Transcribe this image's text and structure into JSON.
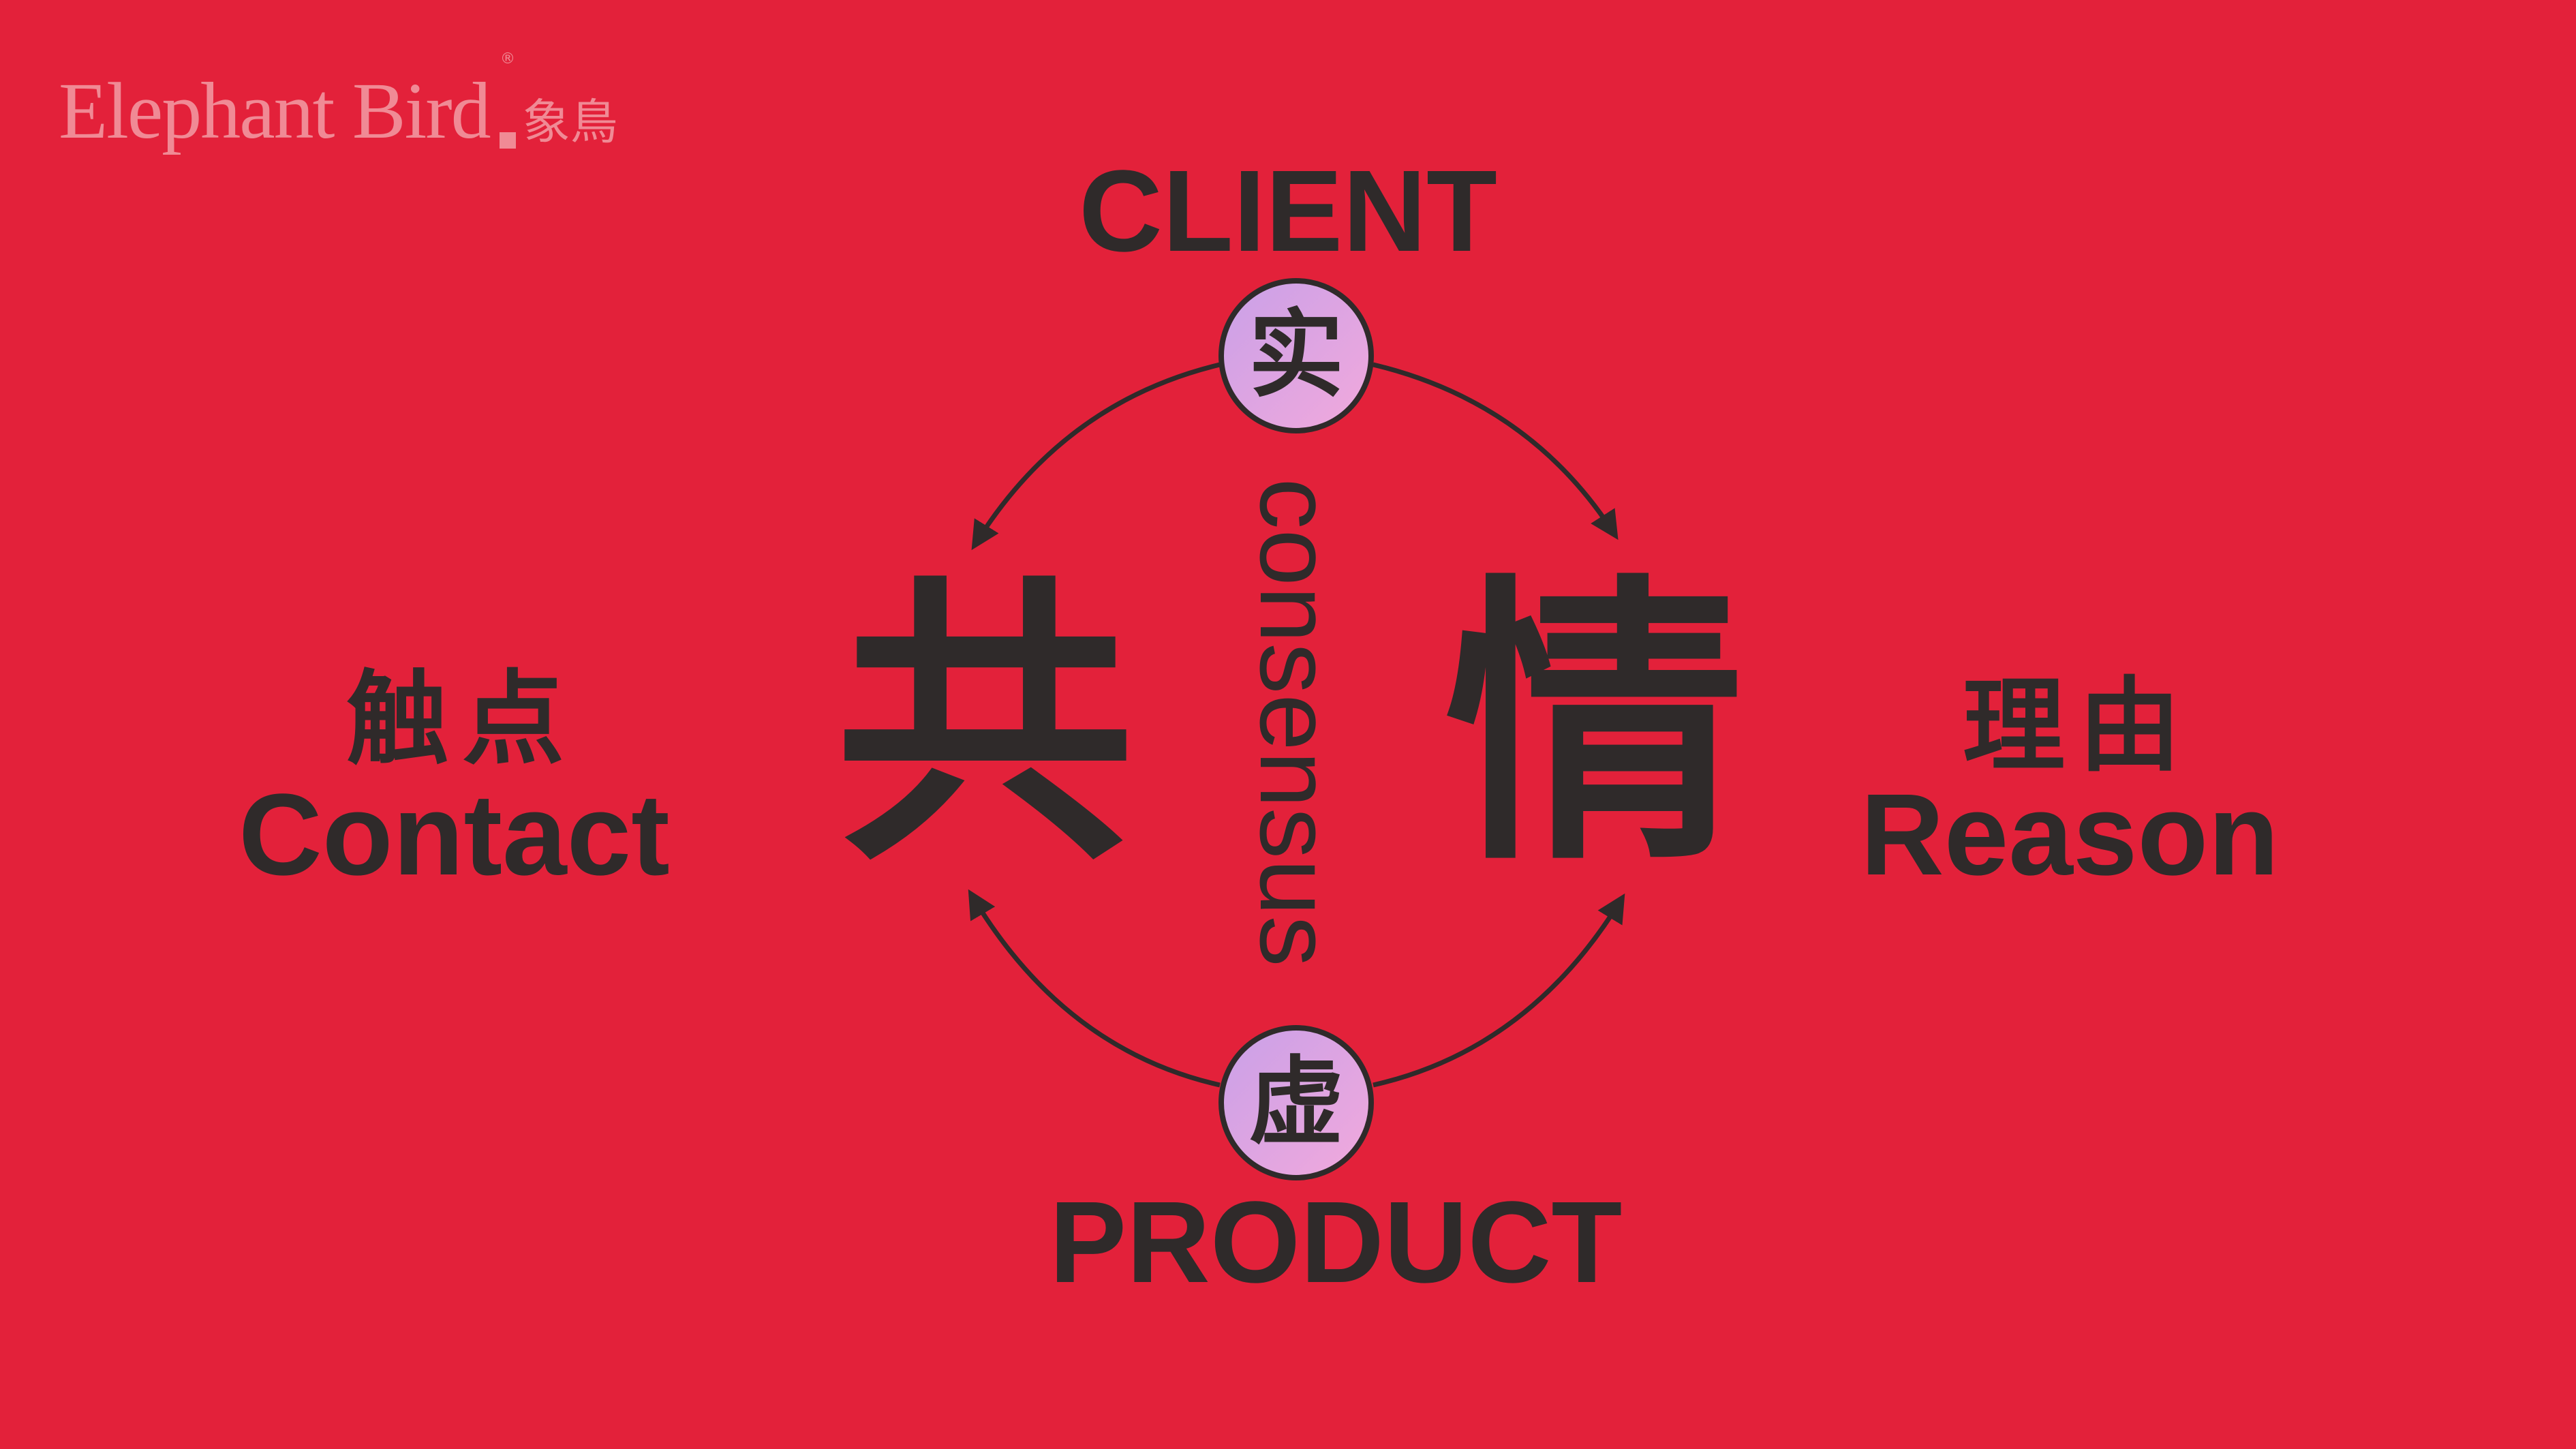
{
  "logo": {
    "name": "Elephant Bird",
    "registered": "®",
    "chinese": "象鳥"
  },
  "diagram": {
    "top_label": "CLIENT",
    "bottom_label": "PRODUCT",
    "top_node": "实",
    "bottom_node": "虚",
    "left_cn": "触点",
    "left_en": "Contact",
    "right_cn": "理由",
    "right_en": "Reason",
    "center_left": "共",
    "center_right": "情",
    "center_vertical": "consensus"
  },
  "colors": {
    "background": "#e3213a",
    "text": "#2f2a2a",
    "logo": "#f08a95",
    "node_gradient_start": "#c9a0e8",
    "node_gradient_end": "#f2a9dc"
  }
}
